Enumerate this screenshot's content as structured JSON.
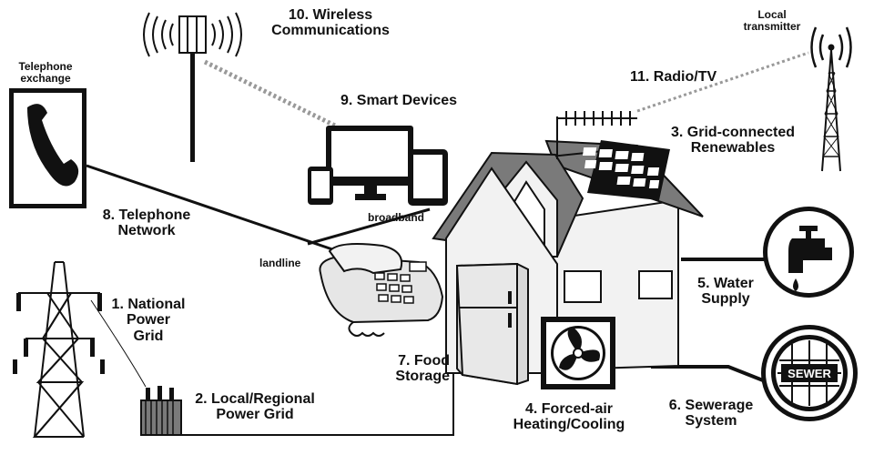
{
  "labels": {
    "telephone_exchange": [
      "Telephone",
      "exchange"
    ],
    "wireless": [
      "10. Wireless",
      "Communications"
    ],
    "local_transmitter": [
      "Local",
      "transmitter"
    ],
    "radio_tv": "11. Radio/TV",
    "smart_devices": "9. Smart Devices",
    "renewables": [
      "3. Grid-connected",
      "Renewables"
    ],
    "telephone_network": [
      "8. Telephone",
      "Network"
    ],
    "broadband": "broadband",
    "landline": "landline",
    "water_supply": [
      "5. Water",
      "Supply"
    ],
    "national_grid": [
      "1. National",
      "Power",
      "Grid"
    ],
    "food_storage": [
      "7. Food",
      "Storage"
    ],
    "local_grid": [
      "2. Local/Regional",
      "Power Grid"
    ],
    "heating_cooling": [
      "4. Forced-air",
      "Heating/Cooling"
    ],
    "sewerage": [
      "6. Sewerage",
      "System"
    ],
    "sewer_text": "SEWER"
  },
  "colors": {
    "ink": "#111111",
    "roof": "#7a7a7a",
    "wall": "#f2f2f2",
    "signal": "#999999",
    "fridge": "#d9d9d9"
  }
}
